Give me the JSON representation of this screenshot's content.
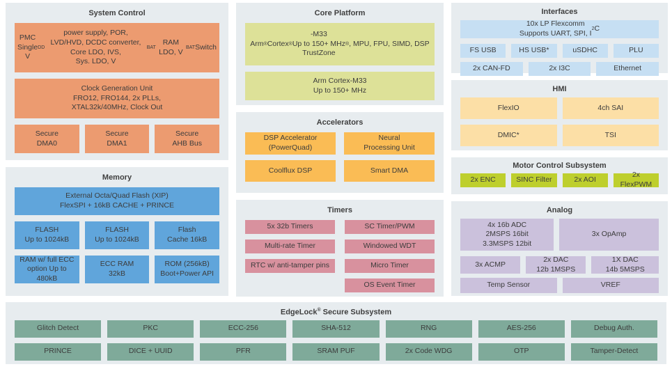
{
  "palette": {
    "panel_bg": "#e7ecef",
    "system_control_orange": "#ec9b70",
    "memory_blue": "#60a5db",
    "core_platform_olive": "#dde198",
    "accelerators_amber": "#fabc55",
    "timers_pink": "#d8919e",
    "interfaces_light_blue": "#c6dff3",
    "hmi_light_yellow": "#fcdfa6",
    "motor_lime": "#becf2d",
    "analog_purple": "#cbc1dc",
    "edgelock_teal": "#7faa9a",
    "text": "#3c3c3c"
  },
  "panels": {
    "system_control": {
      "title": "System Control",
      "pmc": "PMC<br>Single V<sub>DD</sub> power supply, POR,<br>LVD/HVD, DCDC converter, Core LDO, IVS,<br>Sys. LDO, V<sub>BAT</sub> RAM LDO, V<sub>BAT</sub> Switch",
      "clock_gen": "Clock Generation Unit<br>FRO12, FRO144, 2x PLLs,<br>XTAL32k/40MHz, Clock Out",
      "secure": [
        "Secure<br>DMA0",
        "Secure<br>DMA1",
        "Secure<br>AHB Bus"
      ]
    },
    "memory": {
      "title": "Memory",
      "flash_xip": "External Octa/Quad Flash (XIP)<br>FlexSPI + 16kB CACHE + PRINCE",
      "row1": [
        "FLASH<br>Up to 1024kB",
        "FLASH<br>Up to 1024kB",
        "Flash<br>Cache 16kB"
      ],
      "row2": [
        "RAM w/ full ECC<br>option Up to 480kB",
        "ECC RAM<br>32kB",
        "ROM (256kB)<br>Boot+Power API"
      ]
    },
    "core_platform": {
      "title": "Core Platform",
      "cm33_main": "Arm<sup>&#174;</sup> Cortex<sup>&#174;</sup>-M33<br>Up to 150+ MHz<br>TrustZone<sup>&#174;</sup>, MPU, FPU, SIMD, DSP",
      "cm33_second": "Arm Cortex-M33<br>Up to 150+ MHz"
    },
    "accelerators": {
      "title": "Accelerators",
      "blocks": [
        "DSP Accelerator<br>(PowerQuad)",
        "Neural<br>Processing Unit",
        "Coolflux DSP",
        "Smart DMA"
      ]
    },
    "timers": {
      "title": "Timers",
      "left": [
        "5x 32b Timers",
        "Multi-rate Timer",
        "RTC w/ anti-tamper pins"
      ],
      "right": [
        "SC Timer/PWM",
        "Windowed WDT",
        "Micro Timer",
        "OS Event Timer"
      ]
    },
    "interfaces": {
      "title": "Interfaces",
      "flexcomm": "10x LP Flexcomm<br>Supports UART, SPI, I<sup>2</sup>C",
      "row2": [
        "FS USB",
        "HS USB*",
        "uSDHC",
        "PLU"
      ],
      "row3": [
        "2x CAN-FD",
        "2x I3C",
        "Ethernet"
      ]
    },
    "hmi": {
      "title": "HMI",
      "blocks": [
        "FlexIO",
        "4ch SAI",
        "DMIC*",
        "TSI"
      ]
    },
    "motor": {
      "title": "Motor Control Subsystem",
      "blocks": [
        "2x ENC",
        "SINC Filter",
        "2x AOI",
        "2x FlexPWM"
      ]
    },
    "analog": {
      "title": "Analog",
      "adc": "4x 16b ADC<br>2MSPS 16bit<br>3.3MSPS 12bit",
      "opamp": "3x OpAmp",
      "row2": [
        "3x ACMP",
        "2x DAC<br>12b 1MSPS",
        "1X DAC<br>14b 5MSPS"
      ],
      "row3": [
        "Temp Sensor",
        "VREF"
      ]
    },
    "edgelock": {
      "title": "EdgeLock<sup>&#174;</sup> Secure Subsystem",
      "row1": [
        "Glitch Detect",
        "PKC",
        "ECC-256",
        "SHA-512",
        "RNG",
        "AES-256",
        "Debug Auth."
      ],
      "row2": [
        "PRINCE",
        "DICE + UUID",
        "PFR",
        "SRAM PUF",
        "2x Code WDG",
        "OTP",
        "Tamper-Detect"
      ]
    }
  }
}
